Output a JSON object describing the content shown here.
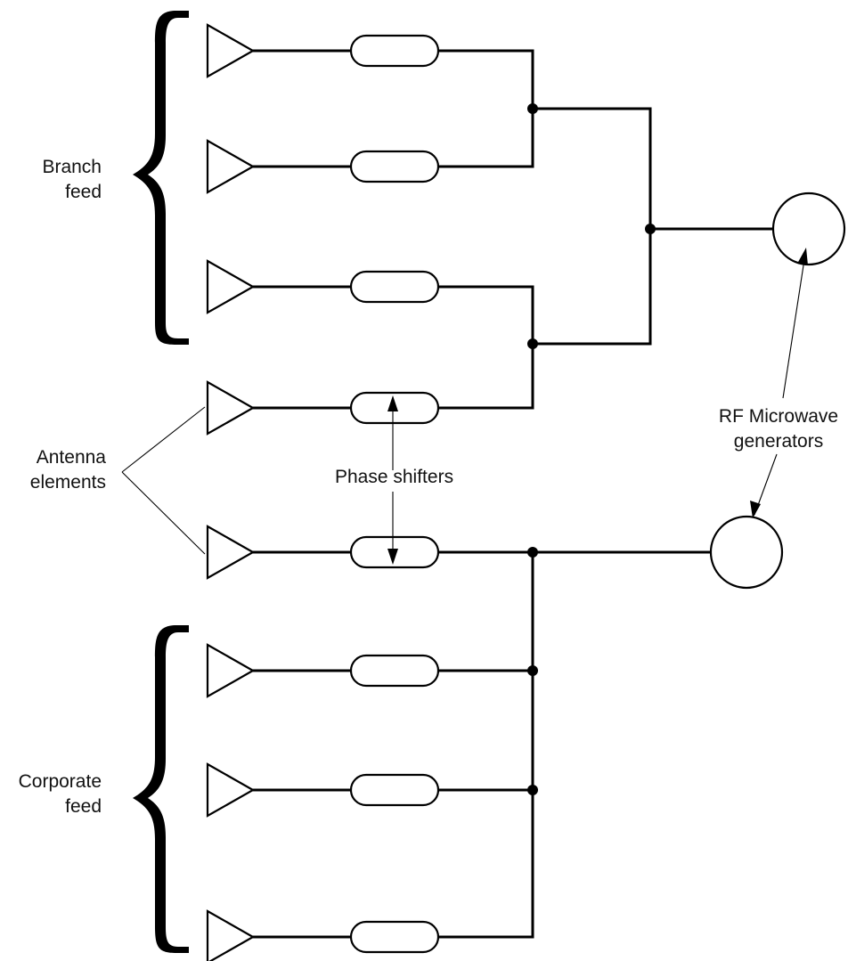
{
  "labels": {
    "branch_feed": [
      "Branch",
      "feed"
    ],
    "corporate_feed": [
      "Corporate",
      "feed"
    ],
    "antenna_elements": [
      "Antenna",
      "elements"
    ],
    "phase_shifters": "Phase shifters",
    "rf_generators": [
      "RF Microwave",
      "generators"
    ]
  },
  "groups": {
    "branch_feed_elements": 4,
    "corporate_feed_elements": 4
  },
  "colors": {
    "ink": "#000000",
    "background": "#ffffff"
  }
}
